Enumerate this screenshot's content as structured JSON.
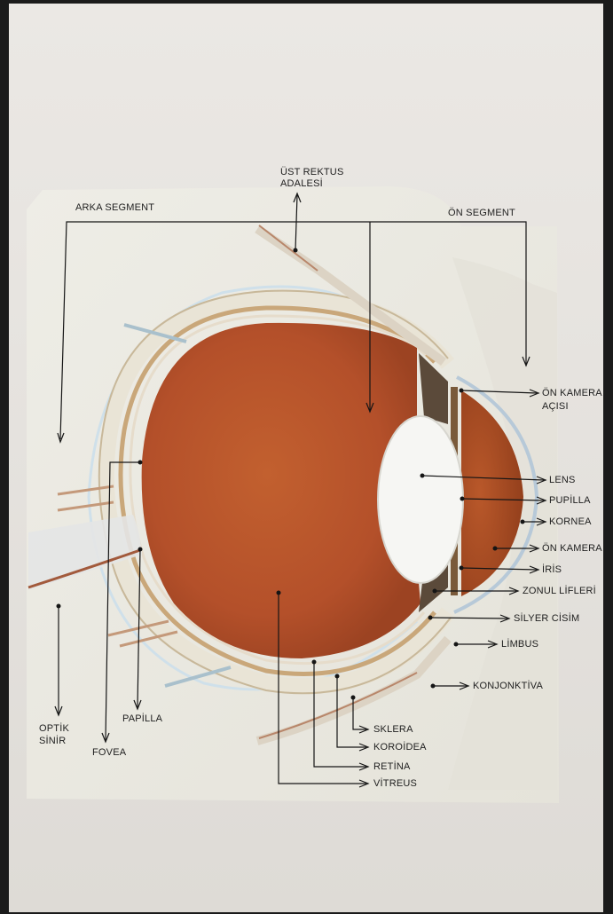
{
  "colors": {
    "page": "#e6e3df",
    "panel": "#f0efe9",
    "vitreous": "#b4502a",
    "lens": "#f5f5f2",
    "anterior_chamber": "#a2471f",
    "sclera": "#eae6dc",
    "choroid": "#c9a77a",
    "leader_line": "#151515"
  },
  "labels": {
    "ust_rektus": [
      "ÜST REKTUS",
      "ADALESİ"
    ],
    "arka_segment": "ARKA SEGMENT",
    "on_segment": "ÖN SEGMENT",
    "on_kamera_acisi": [
      "ÖN KAMERA",
      "AÇISI"
    ],
    "lens": "LENS",
    "pupilla": "PUPİLLA",
    "kornea": "KORNEA",
    "on_kamera": "ÖN KAMERA",
    "iris": "İRİS",
    "zonul": "ZONUL LİFLERİ",
    "silyer": "SİLYER CİSİM",
    "limbus": "LİMBUS",
    "konjonktiva": "KONJONKTİVA",
    "sklera": "SKLERA",
    "koroidea": "KOROİDEA",
    "retina": "RETİNA",
    "vitreus": "VİTREUS",
    "optik_sinir": [
      "OPTİK",
      "SİNİR"
    ],
    "fovea": "FOVEA",
    "papilla": "PAPİLLA"
  }
}
